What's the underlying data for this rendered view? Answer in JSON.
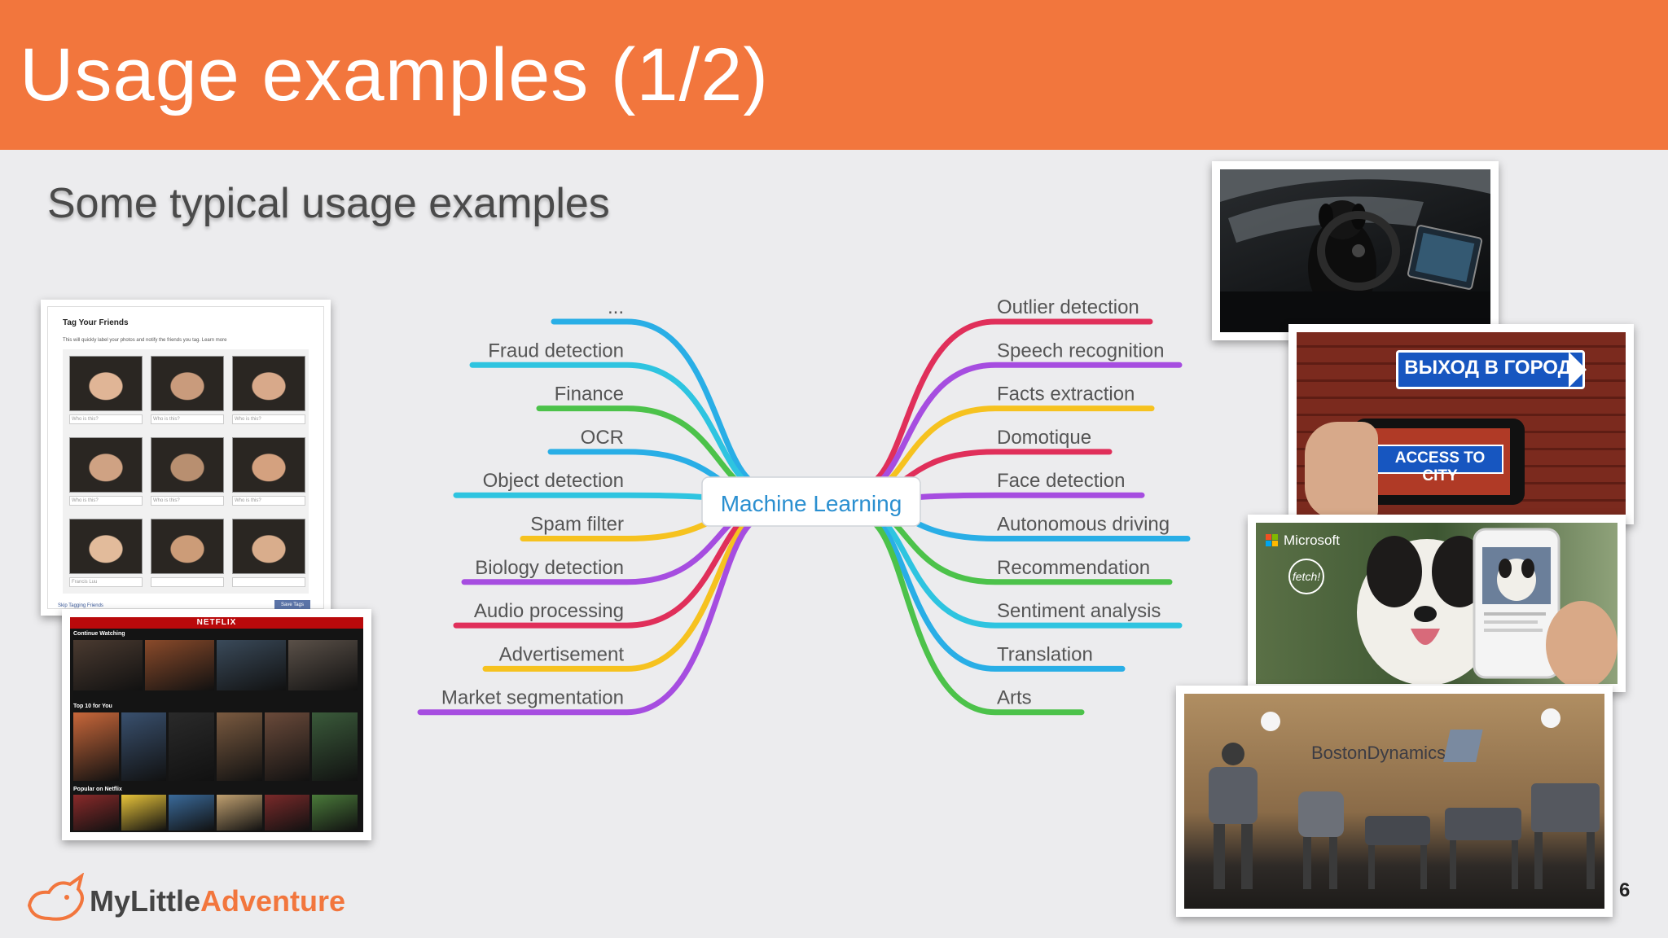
{
  "slide": {
    "title": "Usage examples (1/2)",
    "subtitle": "Some typical usage examples",
    "page_number": "6"
  },
  "mindmap": {
    "center": "Machine Learning",
    "left": [
      {
        "label": "...",
        "color": "#29aee6"
      },
      {
        "label": "Fraud detection",
        "color": "#2ec4e0"
      },
      {
        "label": "Finance",
        "color": "#4cc24a"
      },
      {
        "label": "OCR",
        "color": "#29aee6"
      },
      {
        "label": "Object detection",
        "color": "#2ec4e0"
      },
      {
        "label": "Spam filter",
        "color": "#f6c21f"
      },
      {
        "label": "Biology detection",
        "color": "#a64de0"
      },
      {
        "label": "Audio processing",
        "color": "#e02f5a"
      },
      {
        "label": "Advertisement",
        "color": "#f6c21f"
      },
      {
        "label": "Market segmentation",
        "color": "#a64de0"
      }
    ],
    "right": [
      {
        "label": "Outlier detection",
        "color": "#e02f5a"
      },
      {
        "label": "Speech recognition",
        "color": "#a64de0"
      },
      {
        "label": "Facts extraction",
        "color": "#f6c21f"
      },
      {
        "label": "Domotique",
        "color": "#e02f5a"
      },
      {
        "label": "Face detection",
        "color": "#a64de0"
      },
      {
        "label": "Autonomous driving",
        "color": "#29aee6"
      },
      {
        "label": "Recommendation",
        "color": "#4cc24a"
      },
      {
        "label": "Sentiment analysis",
        "color": "#2ec4e0"
      },
      {
        "label": "Translation",
        "color": "#29aee6"
      },
      {
        "label": "Arts",
        "color": "#4cc24a"
      }
    ]
  },
  "facebook": {
    "title": "Tag Your Friends",
    "desc": "This will quickly label your photos and notify the friends you tag. Learn more",
    "caption": "Who is this?",
    "tagged": "Francis Luu",
    "skip": "Skip Tagging Friends",
    "save": "Save Tags"
  },
  "netflix": {
    "brand": "NETFLIX",
    "row1": "Continue Watching",
    "row2": "Top 10 for You",
    "row3": "Popular on Netflix"
  },
  "sign": {
    "ru": "ВЫХОД В ГОРОД",
    "en": "ACCESS TO CITY"
  },
  "microsoft": {
    "brand": "Microsoft",
    "app": "fetch!"
  },
  "boston": {
    "brand_a": "Boston",
    "brand_b": "Dynamics"
  },
  "logo": {
    "part1": "MyLittle",
    "part2": "Adventure"
  },
  "colors": {
    "header": "#f2763d",
    "center_text": "#2a8fd0"
  }
}
